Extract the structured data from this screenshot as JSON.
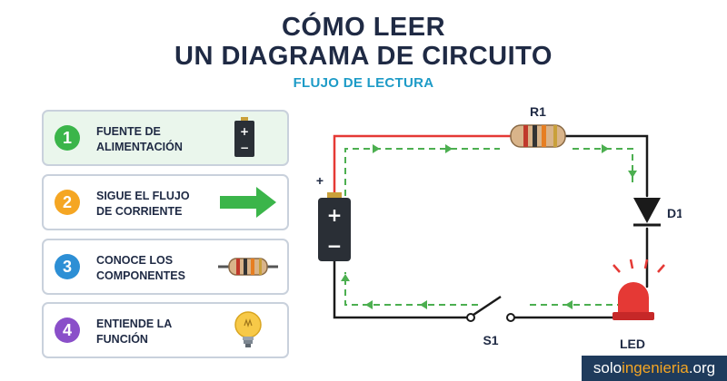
{
  "title_line1": "CÓMO LEER",
  "title_line2": "UN DIAGRAMA DE CIRCUITO",
  "subtitle": "FLUJO DE LECTURA",
  "steps": [
    {
      "number": "1",
      "line1": "FUENTE DE",
      "line2": "ALIMENTACIÓN",
      "color": "#3bb54a",
      "bg": "#eaf6ec",
      "icon": "battery-icon"
    },
    {
      "number": "2",
      "line1": "SIGUE EL FLUJO",
      "line2": "DE CORRIENTE",
      "color": "#f5a623",
      "bg": "#ffffff",
      "icon": "arrow-right-icon"
    },
    {
      "number": "3",
      "line1": "CONOCE LOS",
      "line2": "COMPONENTES",
      "color": "#2d8fd5",
      "bg": "#ffffff",
      "icon": "resistor-icon"
    },
    {
      "number": "4",
      "line1": "ENTIENDE LA",
      "line2": "FUNCIÓN",
      "color": "#8a4fc9",
      "bg": "#ffffff",
      "icon": "lightbulb-icon"
    }
  ],
  "circuit": {
    "battery_plus": "+",
    "battery_plus_terminal": "+",
    "battery_minus": "−",
    "resistor_label": "R1",
    "diode_label": "D1",
    "led_label": "LED",
    "switch_label": "S1"
  },
  "colors": {
    "wire": "#1a1a1a",
    "positive_wire": "#e53935",
    "flow_arrow": "#4caf50"
  },
  "watermark": {
    "part1": "solo",
    "part2": "ingenieria",
    "part3": ".org"
  }
}
